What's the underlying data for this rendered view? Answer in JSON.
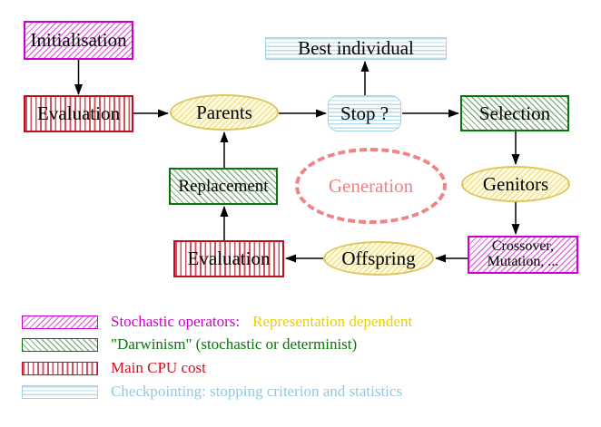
{
  "nodes": {
    "initialisation": {
      "label": "Initialisation"
    },
    "evaluation_top": {
      "label": "Evaluation"
    },
    "parents": {
      "label": "Parents"
    },
    "best_individual": {
      "label": "Best individual"
    },
    "stop": {
      "label": "Stop ?"
    },
    "selection": {
      "label": "Selection"
    },
    "replacement": {
      "label": "Replacement"
    },
    "generation": {
      "label": "Generation"
    },
    "genitors": {
      "label": "Genitors"
    },
    "crossover": {
      "line1": "Crossover,",
      "line2": "Mutation, ..."
    },
    "offspring": {
      "label": "Offspring"
    },
    "evaluation_bottom": {
      "label": "Evaluation"
    }
  },
  "legend": {
    "items": [
      {
        "name": "stochastic-operators",
        "label": "Stochastic operators:",
        "label2": "Representation dependent",
        "text_color": "#cc00cc",
        "text2_color": "#ecd000",
        "pattern": "magenta-diagonal-hatch"
      },
      {
        "name": "darwinism",
        "label": "\"Darwinism\" (stochastic or determinist)",
        "text_color": "#067806",
        "pattern": "green-diagonal-hatch"
      },
      {
        "name": "main-cpu-cost",
        "label": "Main CPU cost",
        "text_color": "#cc1122",
        "pattern": "red-vertical-stripes"
      },
      {
        "name": "checkpointing",
        "label": "Checkpointing: stopping criterion and statistics",
        "text_color": "#8fcbe4",
        "pattern": "cyan-horizontal-stripes"
      }
    ]
  },
  "colors": {
    "magenta_border": "#cc00cc",
    "magenta_hatch": "#df72df",
    "green_border": "#077507",
    "green_hatch": "#86b386",
    "red_border": "#c01020",
    "red_stripe": "#cd5560",
    "cyan_border": "#9fd3e6",
    "cyan_stripe": "#b5dff0",
    "yellow_border": "#dcc75f",
    "yellow_fill": "#fffbdc",
    "yellow_hatch": "#efe098",
    "salmon_dashed": "#ee8585",
    "arrow": "#000000",
    "background": "#ffffff"
  }
}
